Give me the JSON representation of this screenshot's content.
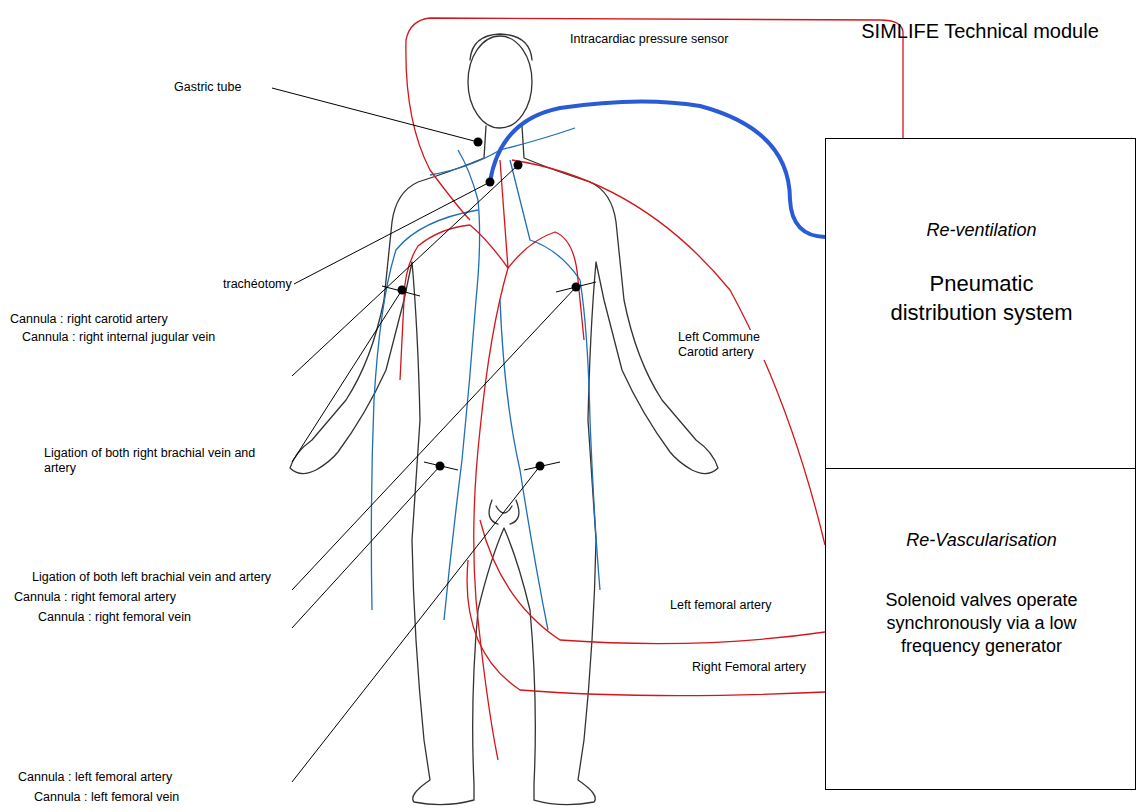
{
  "diagram": {
    "title": "SIMLIFE Technical module",
    "nodes": [
      {
        "text": [
          "Re-ventilation",
          "Pneumatic distribution system"
        ]
      },
      {
        "text": [
          "Re-Vascularisation",
          "Solenoid valves operate synchronously via a low frequency generator"
        ]
      }
    ],
    "labels": [
      "Gastric tube",
      "Intracardiac pressure sensor",
      "trachéotomy",
      "Cannula : right carotid artery",
      "Cannula : right internal jugular vein",
      "Ligation of both right brachial vein and artery",
      "Ligation of both left brachial vein and artery",
      "Left Commune Carotid artery",
      "Cannula : right femoral artery",
      "Cannula : right femoral vein",
      "Left femoral artery",
      "Right Femoral artery",
      "Cannula : left femoral artery",
      "Cannula : left femoral vein"
    ]
  }
}
